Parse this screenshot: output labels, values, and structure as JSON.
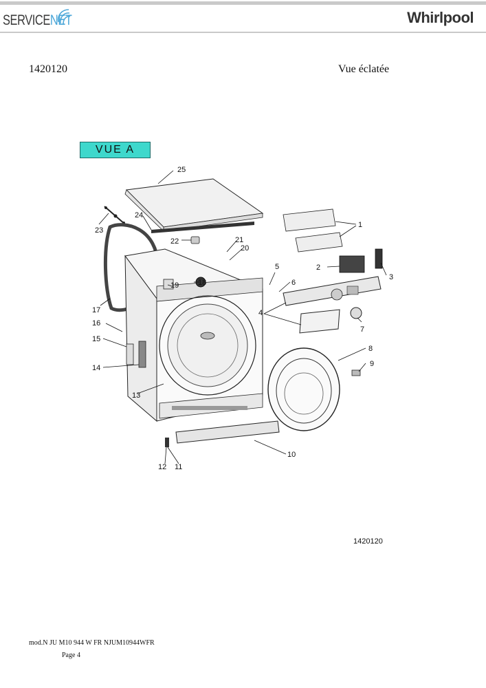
{
  "header": {
    "left_logo_main": "SERVICE",
    "left_logo_accent": "NET",
    "right_logo": "Whirlpool"
  },
  "document": {
    "number": "1420120",
    "title": "Vue éclatée"
  },
  "view_label": "VUE A",
  "callouts": [
    "1",
    "2",
    "3",
    "4",
    "5",
    "6",
    "7",
    "8",
    "9",
    "10",
    "11",
    "12",
    "13",
    "14",
    "15",
    "16",
    "17",
    "18",
    "19",
    "20",
    "21",
    "22",
    "23",
    "24",
    "25"
  ],
  "figure_number": "1420120",
  "footer": {
    "model": "mod.N JU M10 944 W FR NJUM10944WFR",
    "page": "Page 4"
  }
}
